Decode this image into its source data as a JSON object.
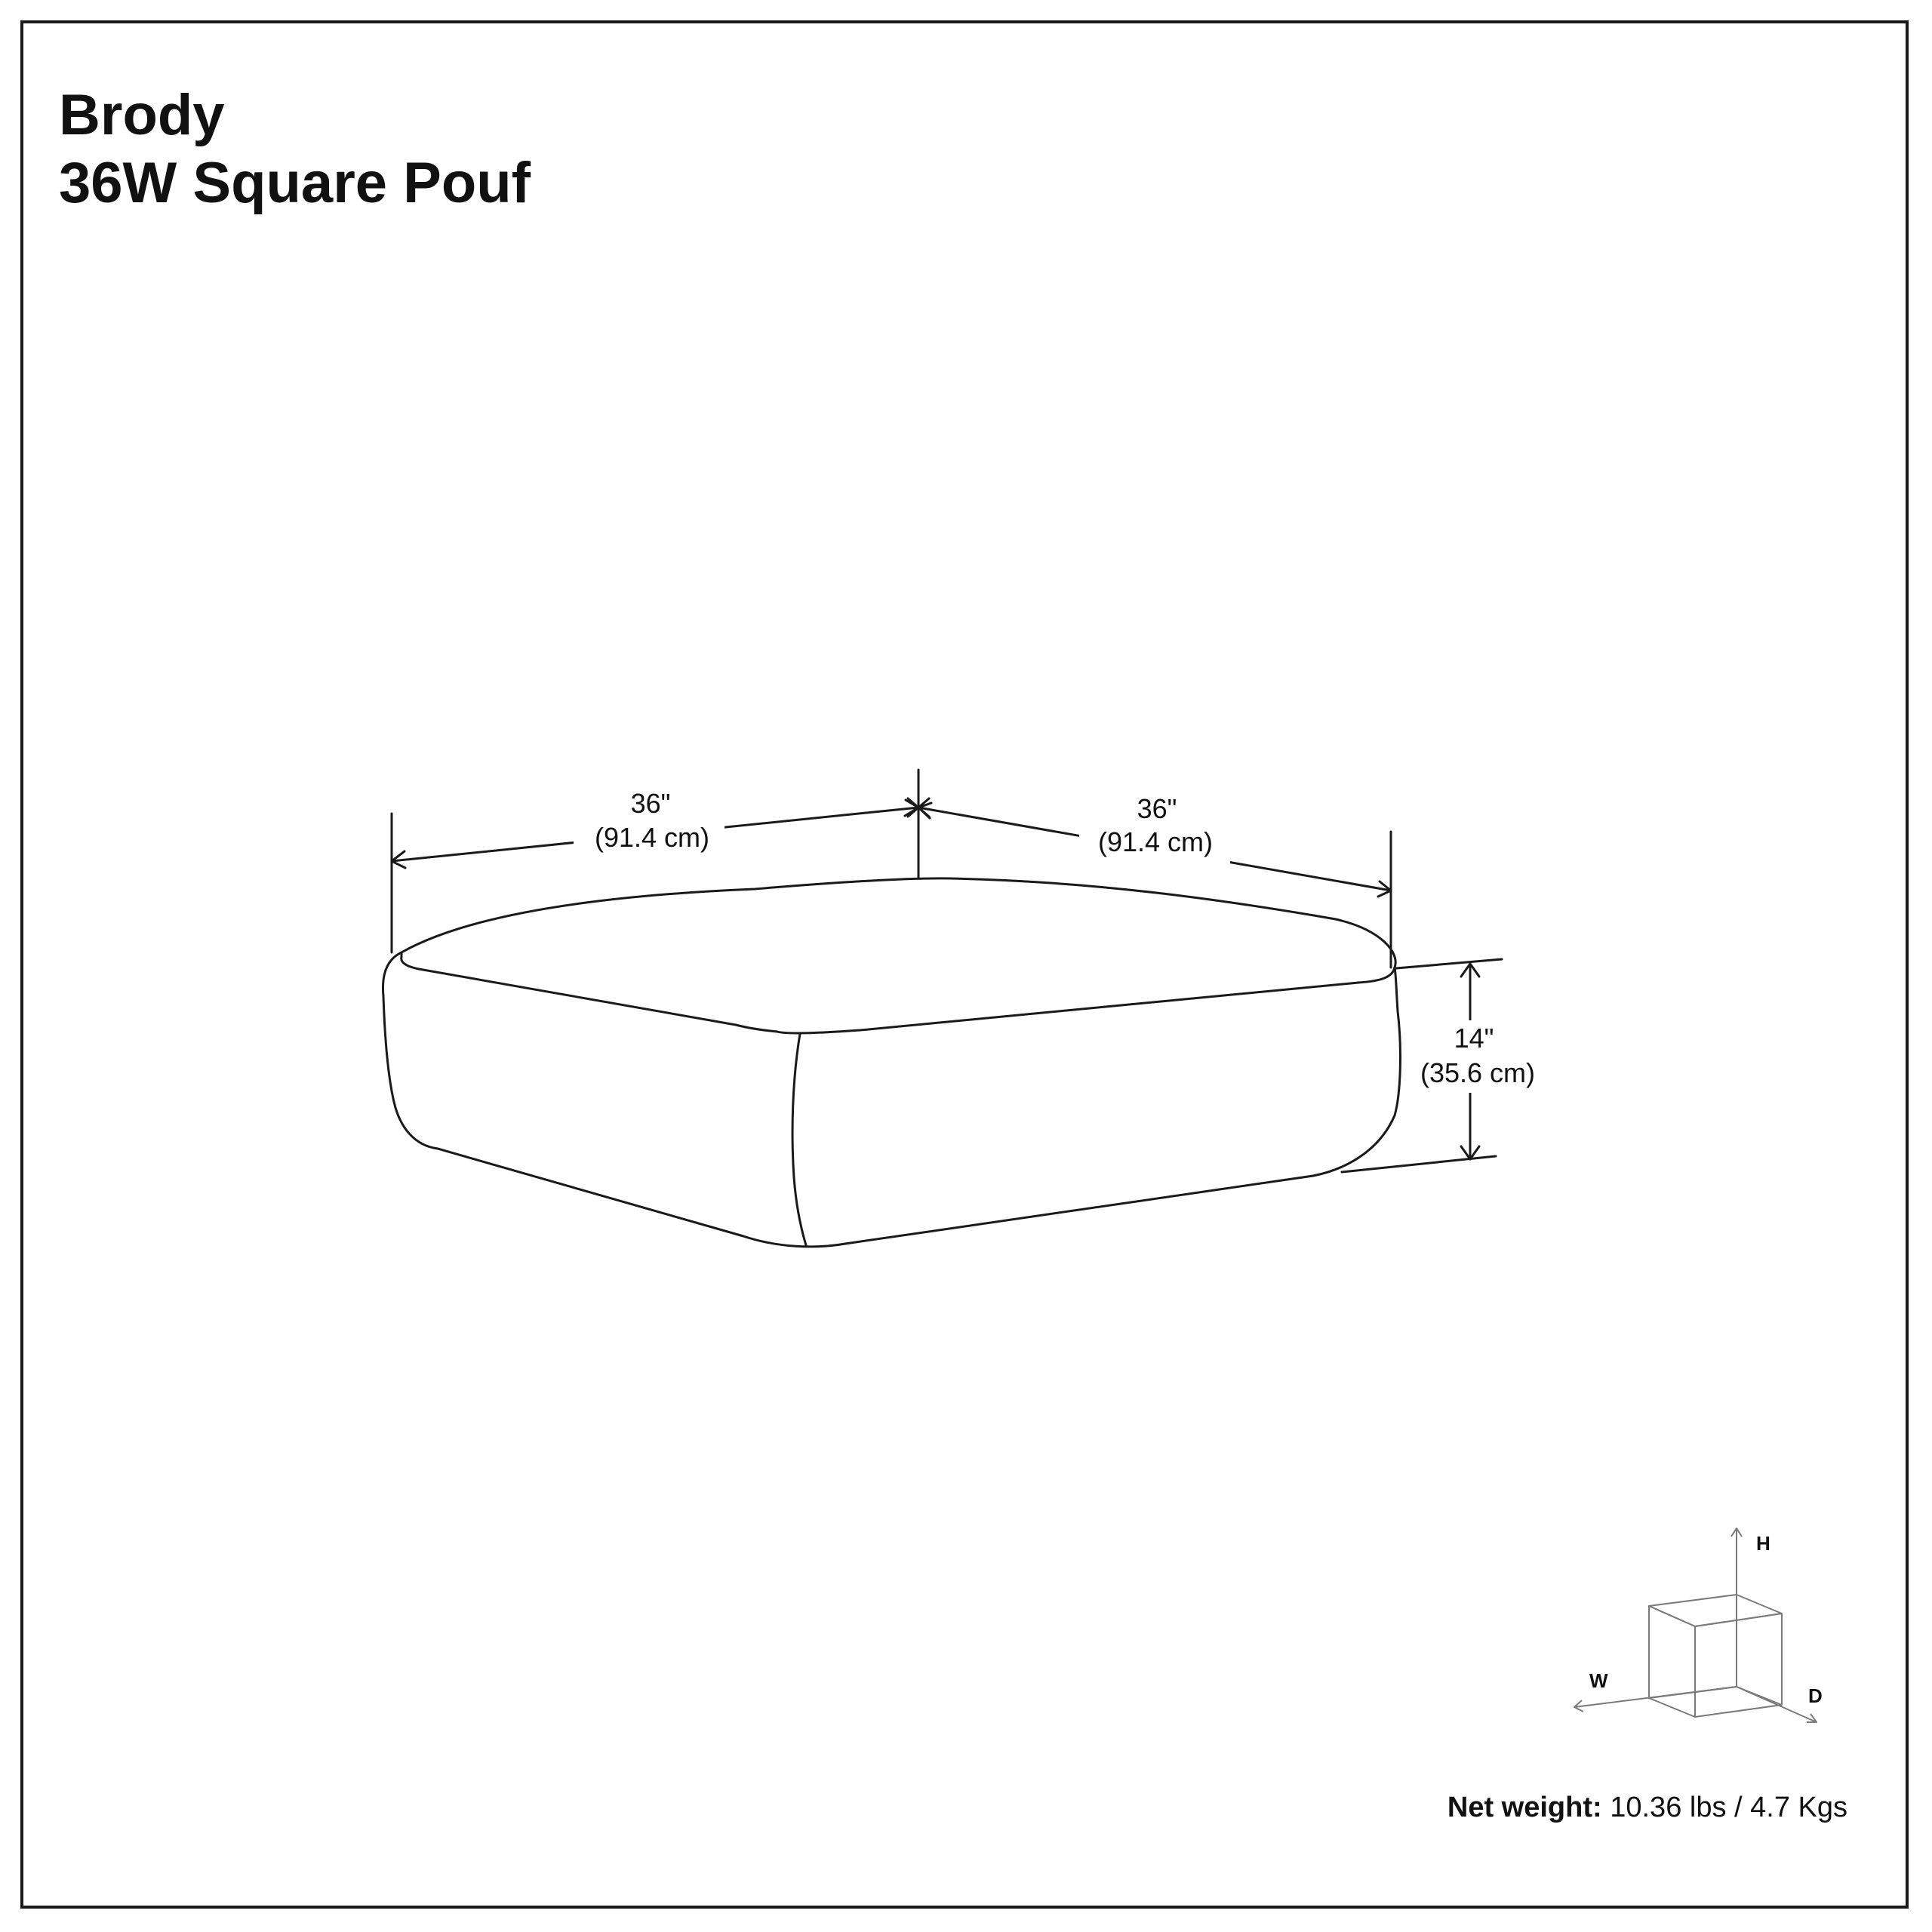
{
  "title": {
    "line1": "Brody",
    "line2": "36W Square Pouf"
  },
  "dimensions": {
    "width": {
      "imperial": "36\"",
      "metric": "(91.4 cm)"
    },
    "depth": {
      "imperial": "36\"",
      "metric": "(91.4 cm)"
    },
    "height": {
      "imperial": "14\"",
      "metric": "(35.6 cm)"
    }
  },
  "axes_legend": {
    "h": "H",
    "w": "W",
    "d": "D"
  },
  "net_weight": {
    "label": "Net weight:",
    "value": "10.36 lbs / 4.7 Kgs"
  }
}
